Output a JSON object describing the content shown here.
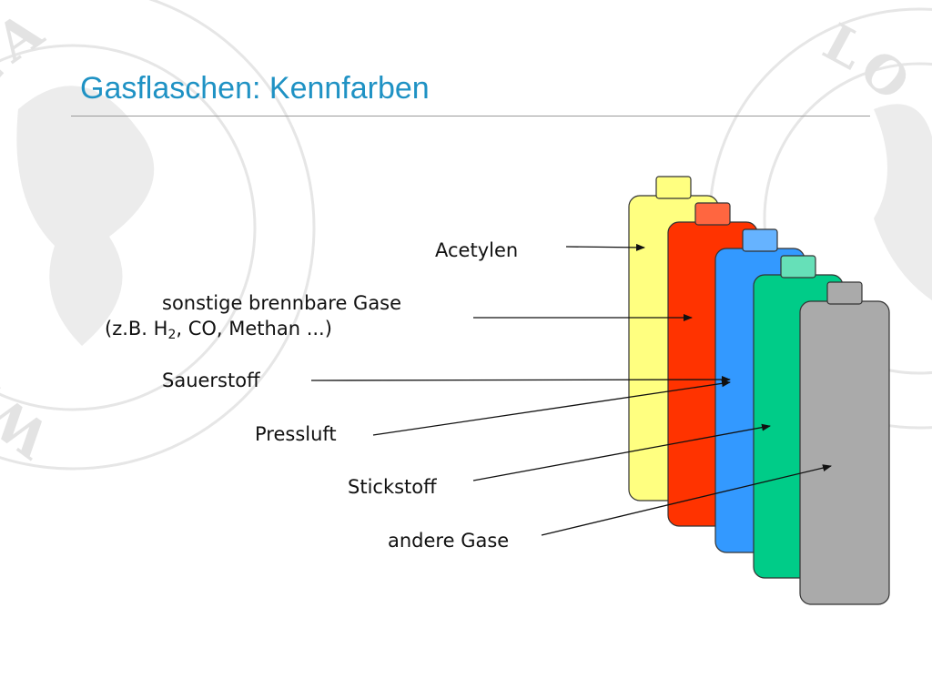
{
  "slide": {
    "title": "Gasflaschen: Kennfarben"
  },
  "labels": {
    "acetylen": "Acetylen",
    "brennbar_line1": "sonstige brennbare Gase",
    "brennbar_prefix": "(z.B. H",
    "brennbar_sub": "2",
    "brennbar_suffix": ", CO, Methan ...)",
    "sauerstoff": "Sauerstoff",
    "pressluft": "Pressluft",
    "stickstoff": "Stickstoff",
    "andere": "andere Gase"
  },
  "seal": {
    "left_text": "WILHELMINA",
    "right_text": "LO"
  },
  "cylinders": [
    {
      "id": "acetylen",
      "body": "#ffff80",
      "cap": "#ffff80"
    },
    {
      "id": "brennbar",
      "body": "#ff3300",
      "cap": "#ff6640"
    },
    {
      "id": "sauerstoff",
      "body": "#3399ff",
      "cap": "#66b3ff"
    },
    {
      "id": "pressluft",
      "body": "#00cc88",
      "cap": "#66e0b8"
    },
    {
      "id": "andere",
      "body": "#aaaaaa",
      "cap": "#aaaaaa"
    }
  ],
  "colors": {
    "title": "#1f92c4",
    "seal": "#e4e4e4",
    "outline": "#333333"
  }
}
